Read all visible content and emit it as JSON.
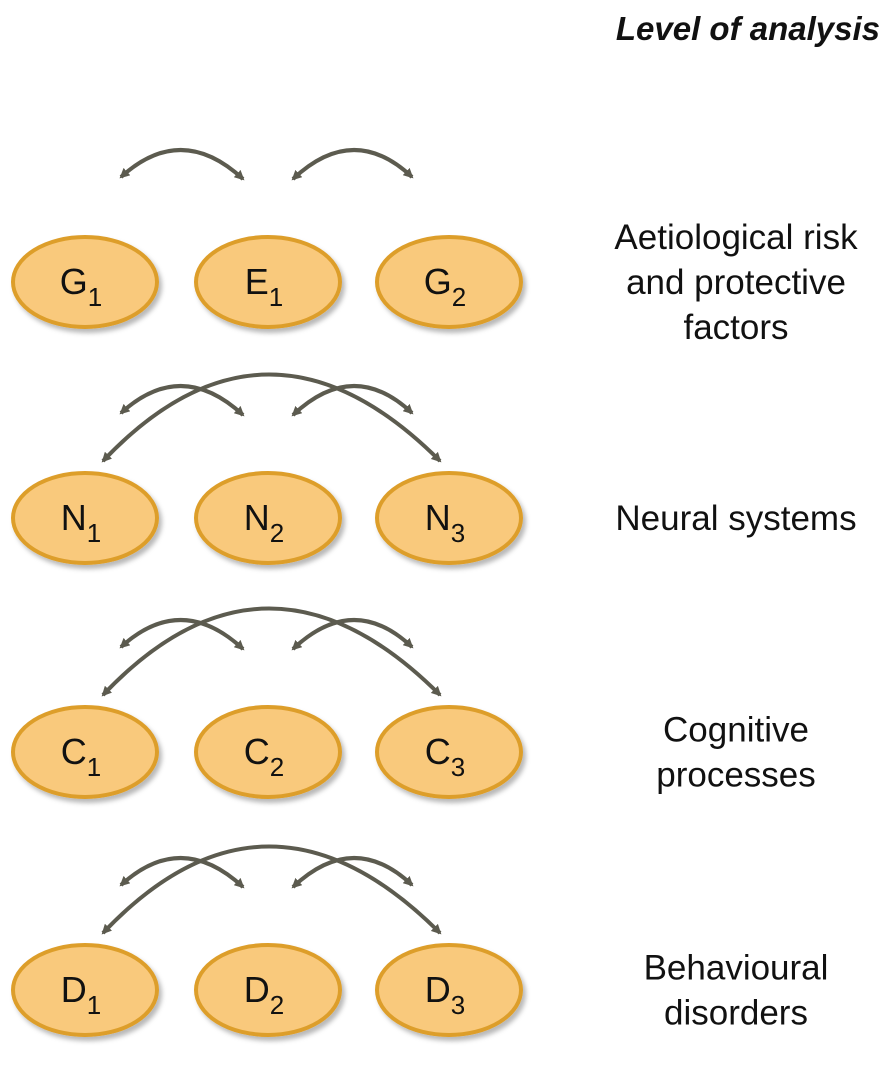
{
  "header": "Level of analysis",
  "colors": {
    "node_fill": "#f9c97c",
    "node_stroke": "#dd9e2c",
    "arrow": "#5c5b4f",
    "text": "#111111"
  },
  "rows": [
    {
      "label_lines": [
        "Aetiological risk",
        "and protective",
        "factors"
      ],
      "nodes": [
        {
          "letter": "G",
          "sub": "1"
        },
        {
          "letter": "E",
          "sub": "1"
        },
        {
          "letter": "G",
          "sub": "2"
        }
      ],
      "arrows": [
        "short-left",
        "short-right"
      ]
    },
    {
      "label_lines": [
        "Neural systems"
      ],
      "nodes": [
        {
          "letter": "N",
          "sub": "1"
        },
        {
          "letter": "N",
          "sub": "2"
        },
        {
          "letter": "N",
          "sub": "3"
        }
      ],
      "arrows": [
        "long",
        "short-left",
        "short-right"
      ]
    },
    {
      "label_lines": [
        "Cognitive",
        "processes"
      ],
      "nodes": [
        {
          "letter": "C",
          "sub": "1"
        },
        {
          "letter": "C",
          "sub": "2"
        },
        {
          "letter": "C",
          "sub": "3"
        }
      ],
      "arrows": [
        "long",
        "short-left",
        "short-right"
      ]
    },
    {
      "label_lines": [
        "Behavioural",
        "disorders"
      ],
      "nodes": [
        {
          "letter": "D",
          "sub": "1"
        },
        {
          "letter": "D",
          "sub": "2"
        },
        {
          "letter": "D",
          "sub": "3"
        }
      ],
      "arrows": [
        "long",
        "short-left",
        "short-right"
      ]
    }
  ]
}
